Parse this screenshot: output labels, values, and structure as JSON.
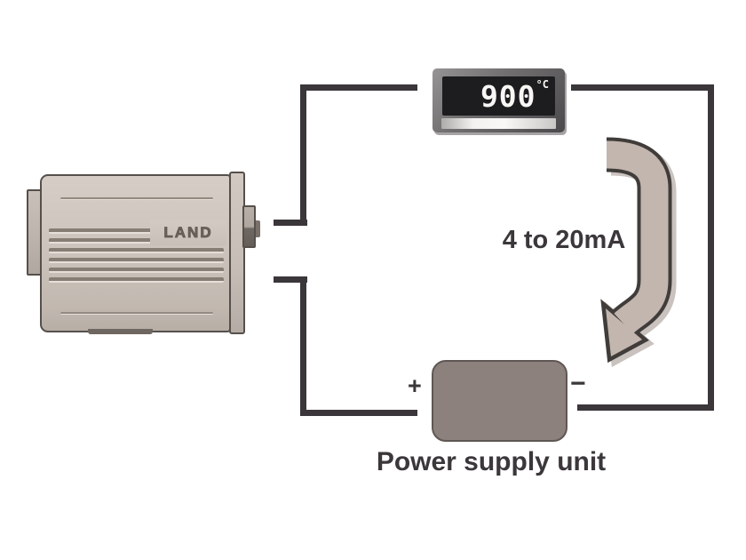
{
  "diagram": {
    "sensor": {
      "brand": "LAND"
    },
    "meter": {
      "value": "900",
      "unit": "°C"
    },
    "loop": {
      "label": "4 to 20mA"
    },
    "psu": {
      "plus": "+",
      "minus": "−",
      "caption": "Power supply unit"
    },
    "colors": {
      "wire": "#3a363a",
      "sensor_body": "#cdc4bd",
      "arrow_fill": "#c2b6ae",
      "psu_fill": "#8d817d",
      "label_text": "#3b373a",
      "meter_screen": "#1d1c1e",
      "meter_digits": "#f8f7f5"
    }
  }
}
